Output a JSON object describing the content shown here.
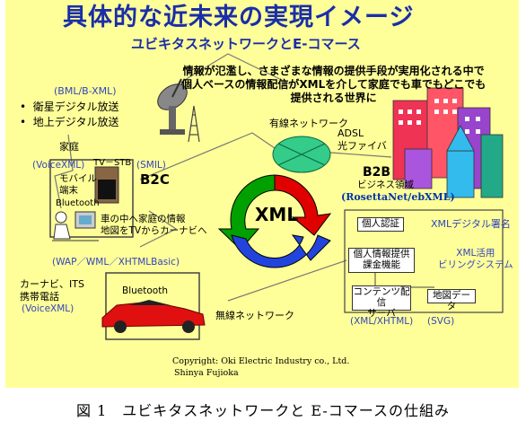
{
  "title": "具体的な近未来の実現イメージ",
  "subtitle": "ユビキタスネットワークとE-コマース",
  "description": [
    "情報が氾濫し、さまざまな情報の提供手段が実用化される中で",
    "個人ベースの情報配信がXMLを介して家庭でも車でもどこでも",
    "提供される世界に"
  ],
  "broadcast": {
    "format": "(BML/B-XML)",
    "items": [
      "衛星デジタル放送",
      "地上デジタル放送"
    ]
  },
  "home": {
    "label": "家庭",
    "voicexml": "(VoiceXML)",
    "tvstb": "TV－STB",
    "smil": "(SMIL)",
    "b2c": "B2C",
    "mobile": [
      "モバイル",
      "端末"
    ],
    "bluetooth": "Bluetooth",
    "info": [
      "車の中へ家庭の情報",
      "地図をTVからカーナビへ"
    ]
  },
  "wap": "(WAP／WML／XHTMLBasic)",
  "car": {
    "labels": [
      "カーナビ、ITS",
      "携帯電話"
    ],
    "voicexml": "(VoiceXML)",
    "bluetooth": "Bluetooth"
  },
  "wireless": "無線ネットワーク",
  "wired": "有線ネットワーク",
  "adsl": [
    "ADSL",
    "光ファイバ"
  ],
  "xml": "XML",
  "b2b": {
    "label": "B2B",
    "sub": "ビジネス領域",
    "format": "(RosettaNet/ebXML)"
  },
  "business_boxes": {
    "auth": "個人認証",
    "info": [
      "個人情報提供",
      "課金機能"
    ],
    "contents": [
      "コンテンツ配信",
      "サーバ"
    ],
    "map": "地図データ"
  },
  "xml_labels": {
    "signature": "XMLデジタル署名",
    "billing": [
      "XML活用",
      "ビリングシステム"
    ],
    "xhtml": "(XML/XHTML)",
    "svg": "(SVG)"
  },
  "copyright": [
    "Copyright: Oki Electric Industry co., Ltd.",
    "Shinya Fujioka"
  ],
  "caption": "図 1　ユビキタスネットワークと E-コマースの仕組み",
  "colors": {
    "background": "#ffff99",
    "title": "#1a2ea8",
    "format_text": "#3344bb",
    "cycle": [
      "#00a000",
      "#e00000",
      "#2244dd"
    ]
  }
}
